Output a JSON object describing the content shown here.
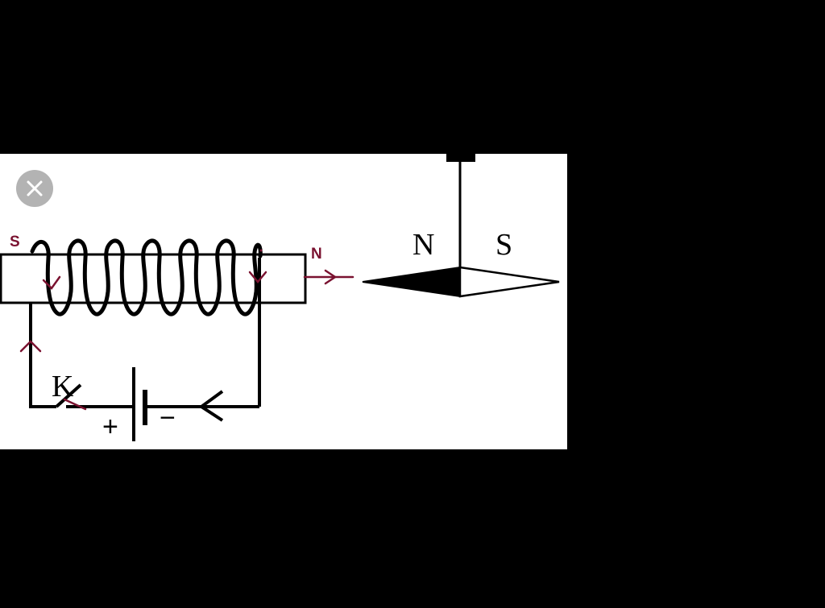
{
  "colors": {
    "background": "#000000",
    "panel": "#ffffff",
    "ink": "#000000",
    "annotation": "#7a1230",
    "close_button": "#b3b3b3"
  },
  "close_button": {
    "icon": "close-icon"
  },
  "diagram": {
    "coil_left_pole": "S",
    "coil_right_pole": "N",
    "needle_left_pole": "N",
    "needle_right_pole": "S",
    "switch_label": "K",
    "battery_positive": "+",
    "battery_negative": "−"
  }
}
